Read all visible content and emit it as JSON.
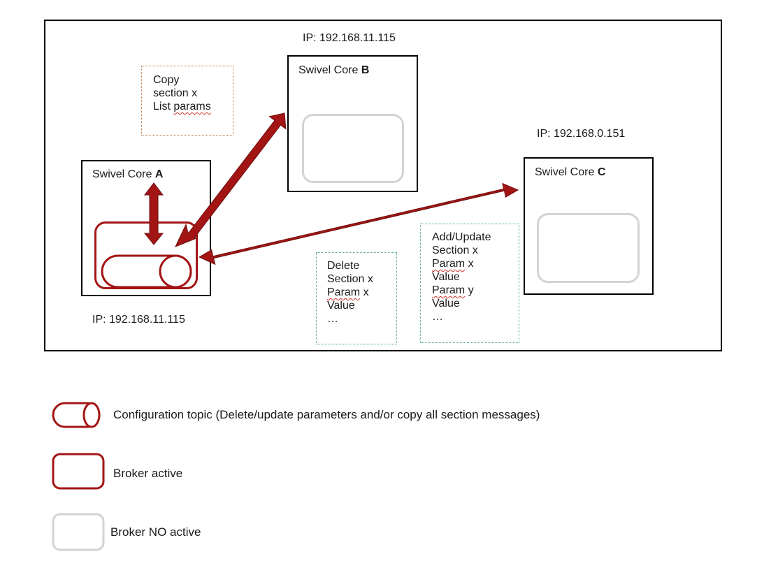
{
  "colors": {
    "arrow": "#a31515",
    "broker_active": "#a31515",
    "broker_inactive": "#d3d3d3",
    "note_copy_border": "#b4784a",
    "note_update_border": "#4aa67a"
  },
  "cores": {
    "a": {
      "title_prefix": "Swivel Core ",
      "title_letter": "A",
      "ip": "IP: 192.168.11.115",
      "broker": "active",
      "has_topic": true
    },
    "b": {
      "title_prefix": "Swivel Core ",
      "title_letter": "B",
      "ip": "IP: 192.168.11.115",
      "broker": "inactive"
    },
    "c": {
      "title_prefix": "Swivel Core ",
      "title_letter": "C",
      "ip": "IP: 192.168.0.151",
      "broker": "inactive"
    }
  },
  "notes": {
    "copy": {
      "lines": [
        "Copy",
        "section x",
        "List "
      ],
      "underlined": "params"
    },
    "delete": {
      "line1": "Delete",
      "line2": "Section x",
      "param_word": "Param",
      "param_suffix": " x",
      "line4": "Value",
      "ellipsis": "…"
    },
    "add_update": {
      "line1": "Add/Update",
      "line2": "Section x",
      "param_word_1": "Param",
      "param_suffix_1": " x",
      "line4": "Value",
      "param_word_2": "Param",
      "param_suffix_2": " y",
      "line6": "Value",
      "ellipsis": "…"
    }
  },
  "arrows": [
    {
      "from": "core-a-topic",
      "to": "core-b",
      "direction": "bidirectional"
    },
    {
      "from": "core-a-topic",
      "to": "core-c",
      "direction": "bidirectional"
    },
    {
      "from": "core-a-title",
      "to": "core-a-broker",
      "direction": "bidirectional"
    }
  ],
  "legend": {
    "topic": "Configuration topic (Delete/update parameters and/or copy all section messages)",
    "active": "Broker active",
    "inactive": "Broker NO active"
  }
}
